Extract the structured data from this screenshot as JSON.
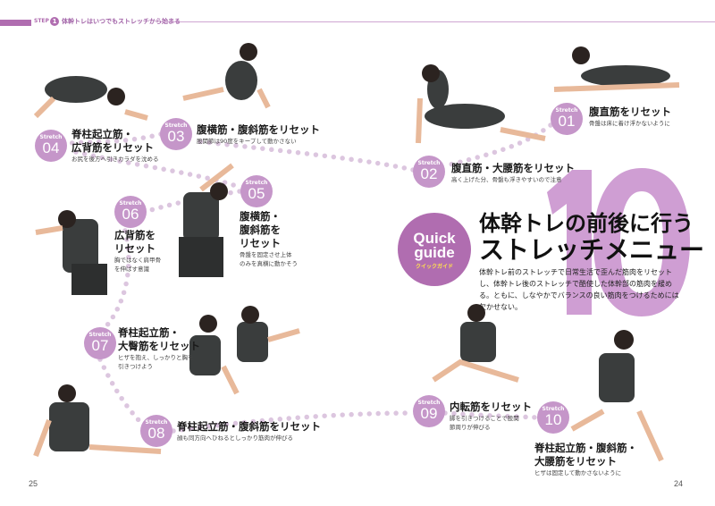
{
  "header": {
    "step_label": "STEP",
    "step_number": "1",
    "title": "体幹トレはいつでもストレッチから始まる"
  },
  "quick_guide": {
    "line1": "Quick",
    "line2": "guide",
    "kana": "クイックガイド"
  },
  "big_number": "10",
  "main_title": {
    "line1": "体幹トレの前後に行う",
    "line2": "ストレッチメニュー"
  },
  "intro": "体幹トレ前のストレッチで日常生活で歪んだ筋肉をリセットし、体幹トレ後のストレッチで酷使した体幹部の筋肉を緩める。ともに、しなやかでバランスの良い筋肉をつけるためには欠かせない。",
  "stretch_label": "Stretch",
  "stretches": [
    {
      "num": "01",
      "title": [
        "腹直筋をリセット"
      ],
      "note": [
        "骨盤は床に着け浮かないように"
      ]
    },
    {
      "num": "02",
      "title": [
        "腹直筋・大腰筋をリセット"
      ],
      "note": [
        "高く上げた分、骨盤も浮きやすいので注意"
      ]
    },
    {
      "num": "03",
      "title": [
        "腹横筋・腹斜筋をリセット"
      ],
      "note": [
        "股関節は90度をキープして動かさない"
      ]
    },
    {
      "num": "04",
      "title": [
        "脊柱起立筋・",
        "広背筋をリセット"
      ],
      "note": [
        "お尻を後方へ引きカラダを沈める"
      ]
    },
    {
      "num": "05",
      "title": [
        "腹横筋・",
        "腹斜筋を",
        "リセット"
      ],
      "note": [
        "骨盤を固定させ上体",
        "のみを真横に動かそう"
      ]
    },
    {
      "num": "06",
      "title": [
        "広背筋を",
        "リセット"
      ],
      "note": [
        "胸ではなく肩甲骨",
        "を伸ばす意識"
      ]
    },
    {
      "num": "07",
      "title": [
        "脊柱起立筋・",
        "大臀筋をリセット"
      ],
      "note": [
        "ヒザを抱え、しっかりと胸を",
        "引きつけよう"
      ]
    },
    {
      "num": "08",
      "title": [
        "脊柱起立筋・腹斜筋をリセット"
      ],
      "note": [
        "顔も同方向へひねるとしっかり筋肉が伸びる"
      ]
    },
    {
      "num": "09",
      "title": [
        "内転筋をリセット"
      ],
      "note": [
        "脚を引きつけることで股関",
        "節周りが伸びる"
      ]
    },
    {
      "num": "10",
      "title": [
        "脊柱起立筋・腹斜筋・",
        "大腰筋をリセット"
      ],
      "note": [
        "ヒザは固定して動かさないように"
      ]
    }
  ],
  "pages": {
    "left": "25",
    "right": "24"
  },
  "colors": {
    "accent": "#b06db0",
    "badge": "#c596c9",
    "big_number": "#cf9ed3"
  }
}
